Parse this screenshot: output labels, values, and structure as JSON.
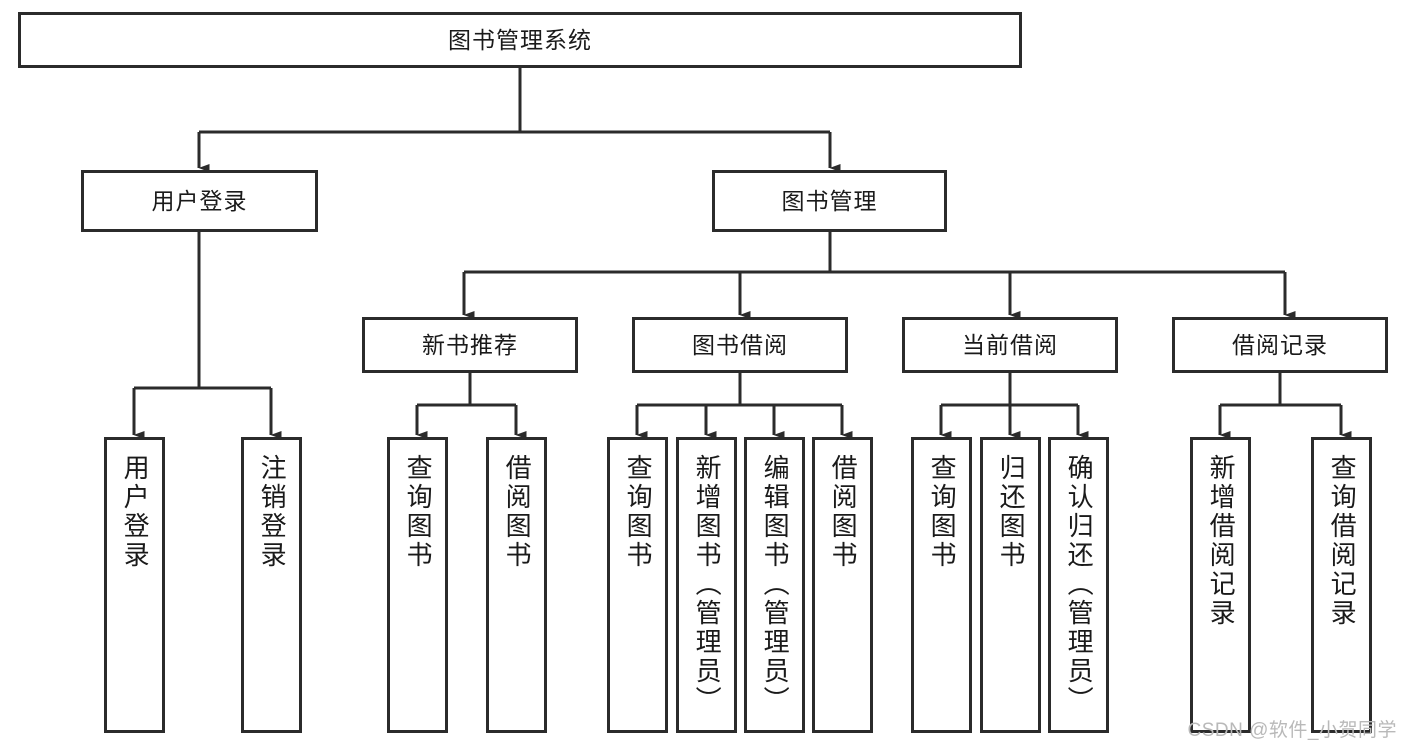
{
  "diagram": {
    "type": "tree-hierarchy",
    "title": "图书管理系统",
    "watermark": "CSDN @软件_小贺同学",
    "colors": {
      "box_border": "#2b2b2b",
      "box_fill": "#ffffff",
      "connector": "#2b2b2b",
      "text": "#1a1a1a",
      "watermark": "#b9b9b9"
    },
    "levels": [
      {
        "level": 1,
        "nodes": [
          {
            "id": "root",
            "label": "图书管理系统",
            "orientation": "horizontal"
          }
        ]
      },
      {
        "level": 2,
        "nodes": [
          {
            "id": "login",
            "label": "用户登录",
            "orientation": "horizontal",
            "parent": "root"
          },
          {
            "id": "bookmgmt",
            "label": "图书管理",
            "orientation": "horizontal",
            "parent": "root"
          }
        ]
      },
      {
        "level": 3,
        "nodes": [
          {
            "id": "newbook",
            "label": "新书推荐",
            "orientation": "horizontal",
            "parent": "bookmgmt"
          },
          {
            "id": "borrow",
            "label": "图书借阅",
            "orientation": "horizontal",
            "parent": "bookmgmt"
          },
          {
            "id": "current",
            "label": "当前借阅",
            "orientation": "horizontal",
            "parent": "bookmgmt"
          },
          {
            "id": "records",
            "label": "借阅记录",
            "orientation": "horizontal",
            "parent": "bookmgmt"
          }
        ]
      },
      {
        "level": 4,
        "nodes": [
          {
            "id": "leaf-1",
            "label": "用户登录",
            "orientation": "vertical",
            "parent": "login"
          },
          {
            "id": "leaf-2",
            "label": "注销登录",
            "orientation": "vertical",
            "parent": "login"
          },
          {
            "id": "leaf-3",
            "label": "查询图书",
            "orientation": "vertical",
            "parent": "newbook"
          },
          {
            "id": "leaf-4",
            "label": "借阅图书",
            "orientation": "vertical",
            "parent": "newbook"
          },
          {
            "id": "leaf-5",
            "label": "查询图书",
            "orientation": "vertical",
            "parent": "borrow"
          },
          {
            "id": "leaf-6",
            "label": "新增图书（管理员）",
            "orientation": "vertical",
            "parent": "borrow"
          },
          {
            "id": "leaf-7",
            "label": "编辑图书（管理员）",
            "orientation": "vertical",
            "parent": "borrow"
          },
          {
            "id": "leaf-8",
            "label": "借阅图书",
            "orientation": "vertical",
            "parent": "borrow"
          },
          {
            "id": "leaf-9",
            "label": "查询图书",
            "orientation": "vertical",
            "parent": "current"
          },
          {
            "id": "leaf-10",
            "label": "归还图书",
            "orientation": "vertical",
            "parent": "current"
          },
          {
            "id": "leaf-11",
            "label": "确认归还（管理员）",
            "orientation": "vertical",
            "parent": "current"
          },
          {
            "id": "leaf-12",
            "label": "新增借阅记录",
            "orientation": "vertical",
            "parent": "records"
          },
          {
            "id": "leaf-13",
            "label": "查询借阅记录",
            "orientation": "vertical",
            "parent": "records"
          }
        ]
      }
    ]
  }
}
